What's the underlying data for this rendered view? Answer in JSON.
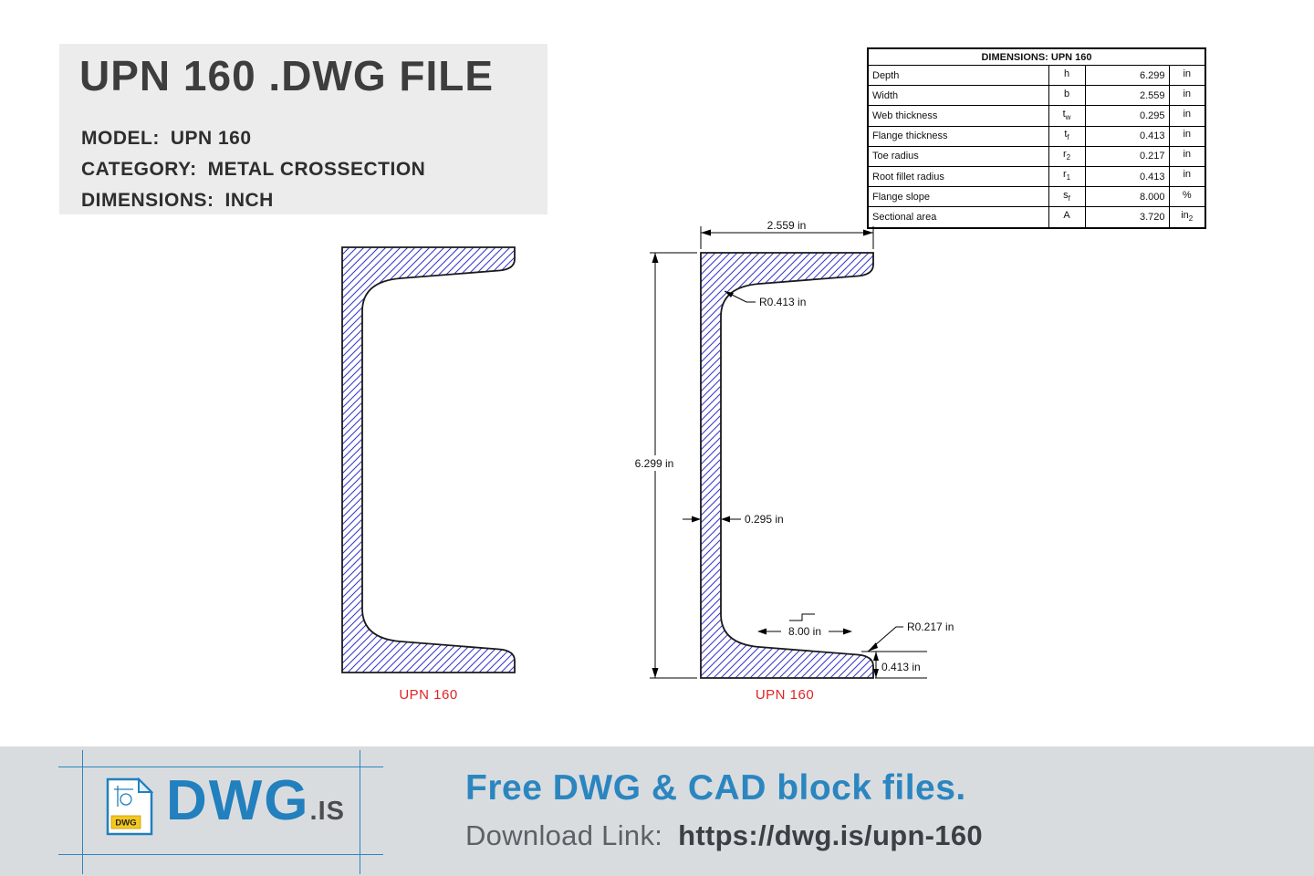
{
  "header": {
    "title": "UPN 160 .DWG FILE",
    "lines": [
      {
        "label": "MODEL:",
        "value": "UPN 160"
      },
      {
        "label": "CATEGORY:",
        "value": "METAL CROSSECTION"
      },
      {
        "label": "DIMENSIONS:",
        "value": "INCH"
      }
    ]
  },
  "dimensions_table": {
    "title": "DIMENSIONS: UPN 160",
    "rows": [
      {
        "name": "Depth",
        "sym": "h",
        "sub": "",
        "value": "6.299",
        "unit": "in",
        "unit_sub": ""
      },
      {
        "name": "Width",
        "sym": "b",
        "sub": "",
        "value": "2.559",
        "unit": "in",
        "unit_sub": ""
      },
      {
        "name": "Web thickness",
        "sym": "t",
        "sub": "w",
        "value": "0.295",
        "unit": "in",
        "unit_sub": ""
      },
      {
        "name": "Flange thickness",
        "sym": "t",
        "sub": "f",
        "value": "0.413",
        "unit": "in",
        "unit_sub": ""
      },
      {
        "name": "Toe radius",
        "sym": "r",
        "sub": "2",
        "value": "0.217",
        "unit": "in",
        "unit_sub": ""
      },
      {
        "name": "Root fillet radius",
        "sym": "r",
        "sub": "1",
        "value": "0.413",
        "unit": "in",
        "unit_sub": ""
      },
      {
        "name": "Flange slope",
        "sym": "s",
        "sub": "f",
        "value": "8.000",
        "unit": "%",
        "unit_sub": ""
      },
      {
        "name": "Sectional area",
        "sym": "A",
        "sub": "",
        "value": "3.720",
        "unit": "in",
        "unit_sub": "2"
      }
    ]
  },
  "drawing": {
    "left_label": "UPN 160",
    "right_label": "UPN 160",
    "dim_width": "2.559 in",
    "dim_root_radius": "R0.413 in",
    "dim_depth": "6.299 in",
    "dim_web_thickness": "0.295 in",
    "dim_slope": "8.00 in",
    "dim_toe_radius": "R0.217 in",
    "dim_flange_thickness": "0.413 in"
  },
  "footer": {
    "logo_text": "DWG",
    "logo_suffix": ".IS",
    "logo_icon_text": "DWG",
    "headline": "Free DWG & CAD block files.",
    "download_label": "Download Link:",
    "download_url": "https://dwg.is/upn-160"
  },
  "colors": {
    "accent": "#2b86c0",
    "hatch": "#3a3ace",
    "label-red": "#e02525",
    "logo-yellow": "#f5c81e"
  }
}
